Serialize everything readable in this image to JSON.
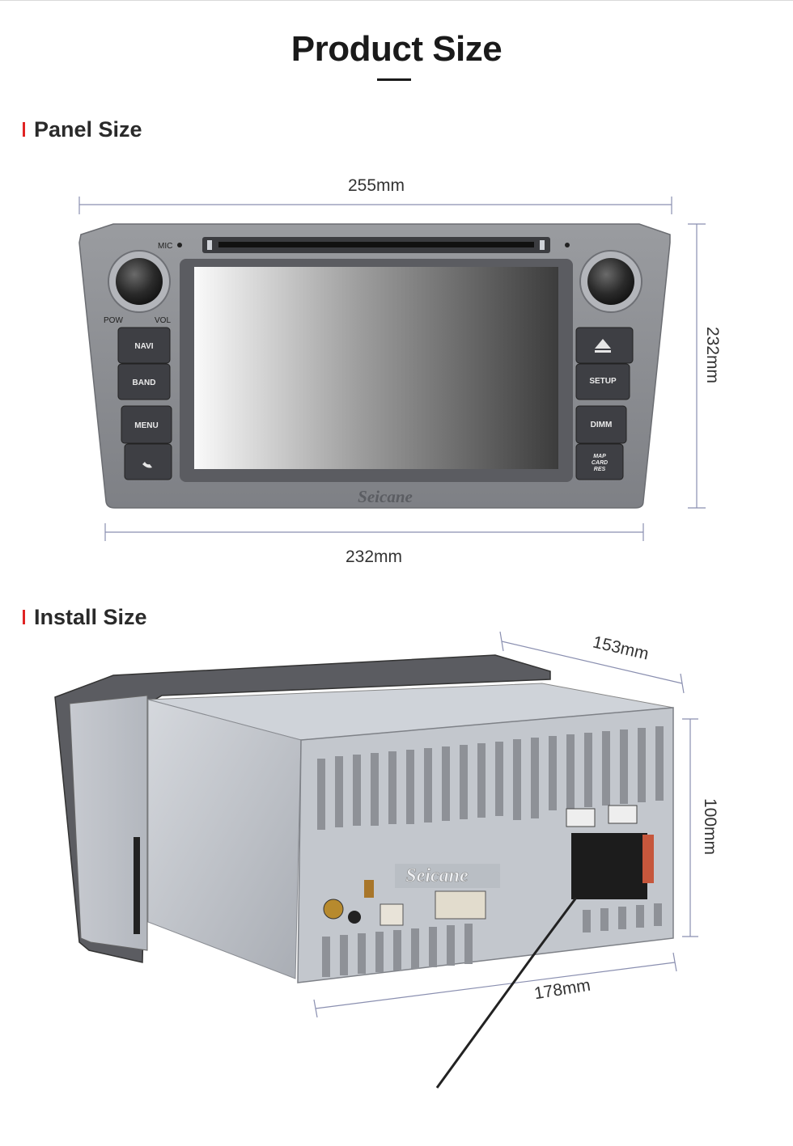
{
  "title": "Product Size",
  "sections": {
    "panel": "Panel Size",
    "install": "Install Size"
  },
  "panel": {
    "width_top": "255mm",
    "height": "232mm",
    "width_bottom": "232mm",
    "labels": {
      "mic": "MIC",
      "pow": "POW",
      "vol": "VOL",
      "navi": "NAVI",
      "band": "BAND",
      "menu": "MENU",
      "setup": "SETUP",
      "dimm": "DIMM",
      "map_line1": "MAP",
      "map_line2": "CARD",
      "map_line3": "RES",
      "brand": "Seicane"
    }
  },
  "install": {
    "depth": "153mm",
    "height": "100mm",
    "width": "178mm",
    "brand": "Seicane"
  },
  "colors": {
    "accent_red": "#e02424",
    "panel_silver": "#8d8f93",
    "dim_line": "#8a8fb0"
  }
}
